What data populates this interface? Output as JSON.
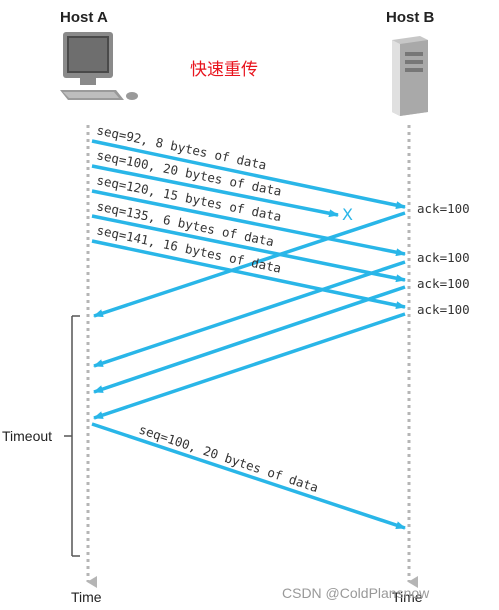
{
  "header": {
    "host_a": "Host A",
    "host_b": "Host B",
    "title": "快速重传"
  },
  "colors": {
    "arrow": "#29b6e8",
    "timeline": "#b5b5b5",
    "title": "#e8141e"
  },
  "icons": {
    "host_a": "desktop-computer-icon",
    "host_b": "server-tower-icon"
  },
  "segments": [
    {
      "label": "seq=92, 8 bytes of data"
    },
    {
      "label": "seq=100, 20 bytes of data",
      "lost_marker": "X"
    },
    {
      "label": "seq=120, 15 bytes of data"
    },
    {
      "label": "seq=135, 6 bytes of data"
    },
    {
      "label": "seq=141, 16 bytes of data"
    }
  ],
  "acks": [
    {
      "label": "ack=100"
    },
    {
      "label": "ack=100"
    },
    {
      "label": "ack=100"
    },
    {
      "label": "ack=100"
    }
  ],
  "retransmit": {
    "label": "seq=100, 20 bytes of data"
  },
  "timeout_label": "Timeout",
  "time_label_left": "Time",
  "time_label_right": "Time",
  "watermark": "CSDN @ColdPlansnow"
}
